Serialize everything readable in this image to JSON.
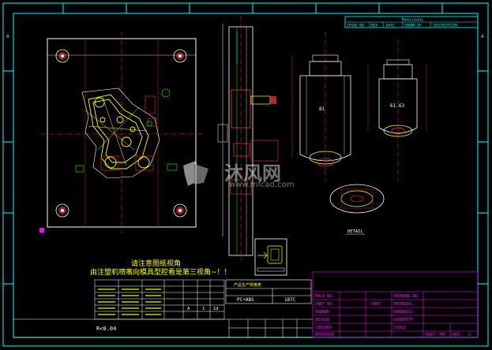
{
  "revisions": {
    "title": "Revisions",
    "headers": [
      "ISSUE NO.",
      "REV",
      "DATE",
      "SHOWN BY",
      "DESCRIPTION"
    ]
  },
  "notes": {
    "line1": "请注意图纸视角",
    "line2": "由注塑机喷嘴向模具型腔看是第三视角~！！"
  },
  "roughness": "R<0.04",
  "border_letter": "A",
  "detail_label": "DETAIL",
  "dimensions": {
    "d1": "81",
    "d2": "61.63"
  },
  "material_box": {
    "header": "产品生产规格表",
    "material": "PC+ABS",
    "color": "187C",
    "cavity_a": "A",
    "cavity_b": "1",
    "cavity_c": "1d"
  },
  "title_block": {
    "left_labels": [
      "MOLD NO.",
      "PART NO.",
      "DRAWER",
      "DESIGN",
      "CHECKED",
      "APPROVED"
    ],
    "mid_label": "DATE",
    "right_labels": [
      "DRAWING NO.",
      "MATERIAL",
      "HARDNESS",
      "QUANTITY",
      "SCALE"
    ],
    "unit_label": "UNIT: MM",
    "rev_label": "REV.",
    "rev_value": "A"
  },
  "watermark": {
    "brand": "沐风网",
    "url": "www.mfcad.com"
  },
  "colors": {
    "frame": "#00ffff",
    "part": "#ffff00",
    "plate": "#ffffff",
    "center": "#ff3333",
    "alt": "#ff00ff",
    "green": "#00ff00"
  }
}
